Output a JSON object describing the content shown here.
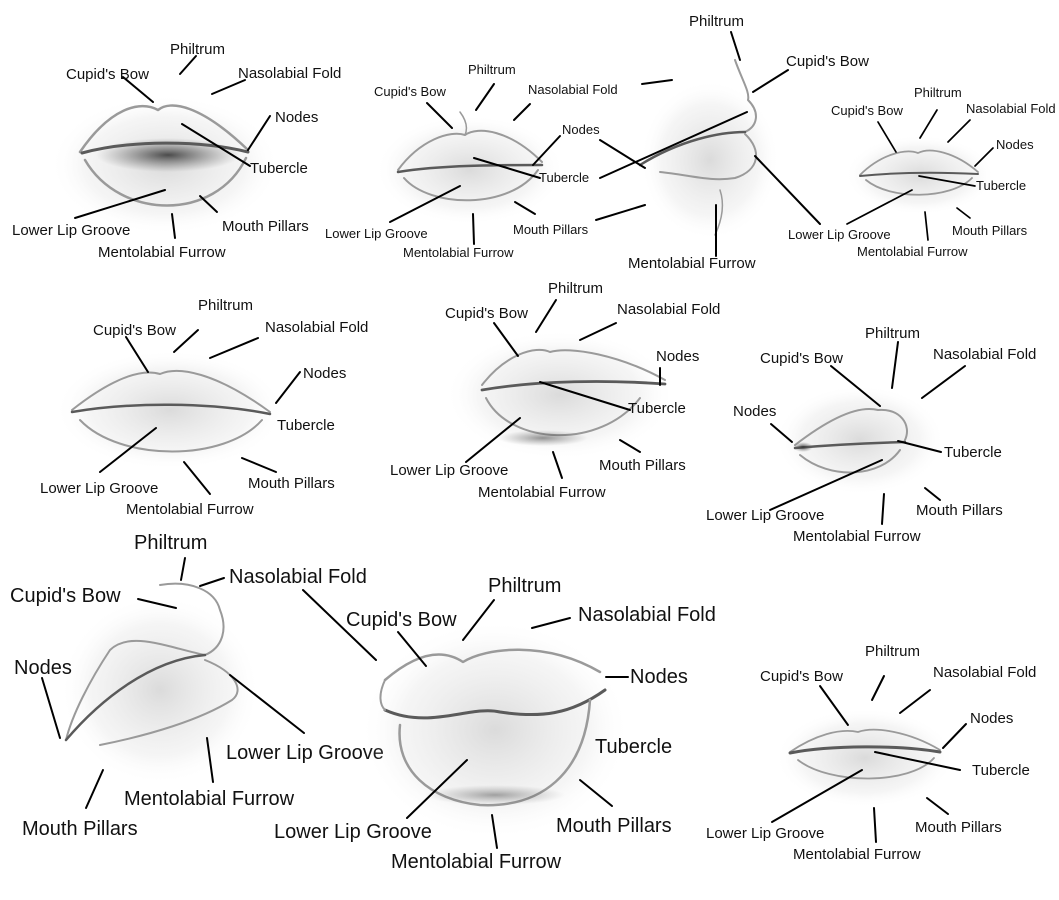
{
  "diagrams": [
    {
      "philtrum": "Philtrum",
      "cupids_bow": "Cupid's Bow",
      "nasolabial_fold": "Nasolabial Fold",
      "nodes": "Nodes",
      "tubercle": "Tubercle",
      "lower_lip_groove": "Lower Lip Groove",
      "mouth_pillars": "Mouth Pillars",
      "mentolabial_furrow": "Mentolabial Furrow"
    },
    {
      "philtrum": "Philtrum",
      "cupids_bow": "Cupid's Bow",
      "nasolabial_fold": "Nasolabial Fold",
      "nodes": "Nodes",
      "tubercle": "Tubercle",
      "lower_lip_groove": "Lower Lip Groove",
      "mouth_pillars": "Mouth Pillars",
      "mentolabial_furrow": "Mentolabial Furrow"
    },
    {
      "philtrum": "Philtrum",
      "cupids_bow": "Cupid's Bow",
      "mentolabial_furrow": "Mentolabial Furrow"
    },
    {
      "philtrum": "Philtrum",
      "cupids_bow": "Cupid's Bow",
      "nasolabial_fold": "Nasolabial Fold",
      "nodes": "Nodes",
      "tubercle": "Tubercle",
      "lower_lip_groove": "Lower Lip Groove",
      "mouth_pillars": "Mouth Pillars",
      "mentolabial_furrow": "Mentolabial Furrow"
    },
    {
      "philtrum": "Philtrum",
      "cupids_bow": "Cupid's Bow",
      "nasolabial_fold": "Nasolabial Fold",
      "nodes": "Nodes",
      "tubercle": "Tubercle",
      "lower_lip_groove": "Lower Lip Groove",
      "mouth_pillars": "Mouth Pillars",
      "mentolabial_furrow": "Mentolabial Furrow"
    },
    {
      "philtrum": "Philtrum",
      "cupids_bow": "Cupid's Bow",
      "nasolabial_fold": "Nasolabial Fold",
      "nodes": "Nodes",
      "tubercle": "Tubercle",
      "lower_lip_groove": "Lower Lip Groove",
      "mouth_pillars": "Mouth Pillars",
      "mentolabial_furrow": "Mentolabial Furrow"
    },
    {
      "philtrum": "Philtrum",
      "cupids_bow": "Cupid's Bow",
      "nasolabial_fold": "Nasolabial Fold",
      "nodes": "Nodes",
      "tubercle": "Tubercle",
      "lower_lip_groove": "Lower Lip Groove",
      "mouth_pillars": "Mouth Pillars",
      "mentolabial_furrow": "Mentolabial Furrow"
    },
    {
      "philtrum": "Philtrum",
      "cupids_bow": "Cupid's Bow",
      "nasolabial_fold": "Nasolabial Fold",
      "nodes": "Nodes",
      "lower_lip_groove": "Lower Lip Groove",
      "mouth_pillars": "Mouth Pillars",
      "mentolabial_furrow": "Mentolabial Furrow"
    },
    {
      "philtrum": "Philtrum",
      "cupids_bow": "Cupid's Bow",
      "nasolabial_fold": "Nasolabial Fold",
      "nodes": "Nodes",
      "tubercle": "Tubercle",
      "lower_lip_groove": "Lower Lip Groove",
      "mouth_pillars": "Mouth Pillars",
      "mentolabial_furrow": "Mentolabial Furrow"
    },
    {
      "philtrum": "Philtrum",
      "cupids_bow": "Cupid's Bow",
      "nasolabial_fold": "Nasolabial Fold",
      "nodes": "Nodes",
      "tubercle": "Tubercle",
      "lower_lip_groove": "Lower Lip Groove",
      "mouth_pillars": "Mouth Pillars",
      "mentolabial_furrow": "Mentolabial Furrow"
    }
  ]
}
